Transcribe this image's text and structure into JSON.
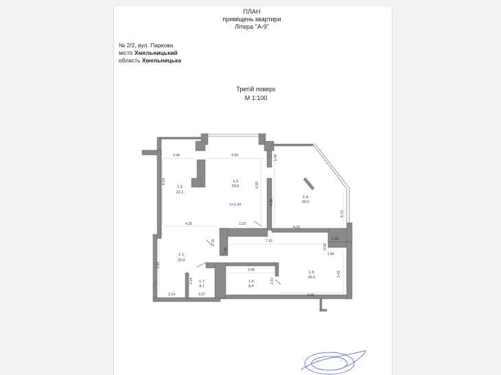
{
  "header": {
    "line1": "ПЛАН",
    "line2": "приміщень квартири",
    "line3": "Літера \"А-9\""
  },
  "address": {
    "street_prefix": "№ 2/2,",
    "street": "вул. Паркова",
    "city_prefix": "місто",
    "city": "Хмельницький",
    "region_prefix": "область",
    "region": "Хмельницька"
  },
  "floor": {
    "title": "Третій поверх",
    "scale": "М 1:100"
  },
  "rooms": [
    {
      "id": "1-2",
      "area": "22.1"
    },
    {
      "id": "1-3",
      "area": "24.5"
    },
    {
      "id": "1-4",
      "area": "30.0"
    },
    {
      "id": "1-1",
      "area": "15.9"
    },
    {
      "id": "1-7",
      "area": "4.1"
    },
    {
      "id": "1-6",
      "area": "8.4"
    },
    {
      "id": "1-5",
      "area": "26.5"
    }
  ],
  "height_label": "h=2.88",
  "dimensions": [
    "2.40",
    "4.39",
    "1.42",
    "6.18",
    "6.20",
    "4.38",
    "5.73",
    "4.35",
    "3.32",
    "4.09",
    "1.28",
    "7.15",
    "2.79",
    "0.90",
    "1.56",
    "1.80",
    "3.48",
    "4.94",
    "2.04",
    "2.37",
    "3.43",
    "2.14",
    "2.07",
    "4.56"
  ],
  "colors": {
    "wall": "#8a8a8a",
    "stamp": "#3a5bd9",
    "sheet": "#ffffff"
  }
}
